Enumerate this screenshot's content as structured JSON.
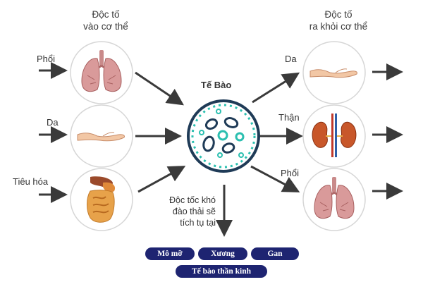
{
  "headings": {
    "input_line1": "Độc tố",
    "input_line2": "vào cơ thể",
    "output_line1": "Độc tố",
    "output_line2": "ra khỏi cơ thể"
  },
  "inputs": [
    {
      "label": "Phổi",
      "icon": "lungs-icon"
    },
    {
      "label": "Da",
      "icon": "hand-icon"
    },
    {
      "label": "Tiêu hóa",
      "icon": "digestive-system-icon"
    }
  ],
  "center": {
    "title": "Tế Bào",
    "icon": "cell-icon"
  },
  "outputs": [
    {
      "label": "Da",
      "icon": "hand-icon"
    },
    {
      "label": "Thận",
      "icon": "kidneys-icon"
    },
    {
      "label": "Phổi",
      "icon": "lungs-icon"
    }
  ],
  "note": {
    "line1": "Độc tốc khó",
    "line2": "đào thải sẽ",
    "line3": "tích tụ tại"
  },
  "accumulation_sites": [
    "Mô mỡ",
    "Xương",
    "Gan",
    "Tế bào thần kinh"
  ],
  "colors": {
    "pill": "#1e2471",
    "cell_teal": "#2bbfb0",
    "cell_navy": "#1f3b57",
    "arrow": "#3a3a3a"
  }
}
